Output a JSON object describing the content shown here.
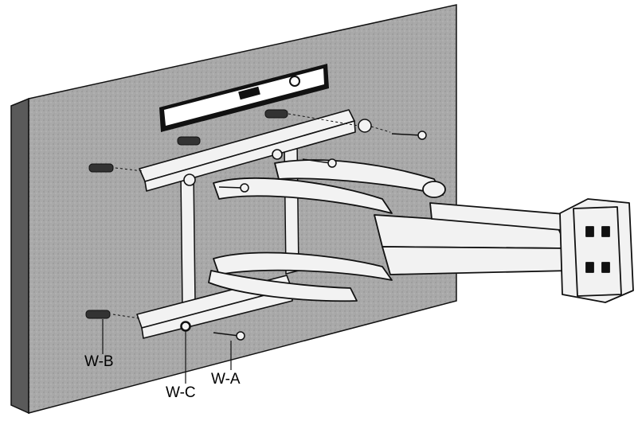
{
  "labels": {
    "wb": "W-B",
    "wc": "W-C",
    "wa": "W-A"
  },
  "colors": {
    "wall": "#a9a9a9",
    "wall_side": "#5a5a5a",
    "metal": "#f2f2f2",
    "outline": "#111111"
  }
}
